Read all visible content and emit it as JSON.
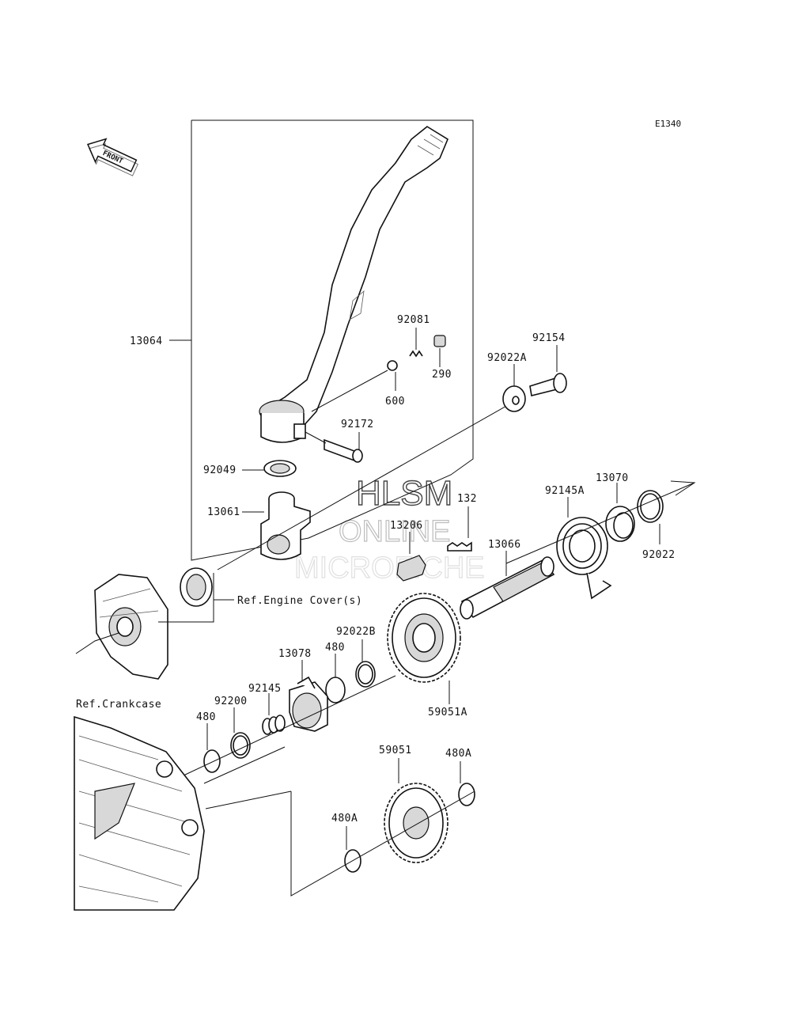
{
  "diagram_code": "E1340",
  "front_label": "FRONT",
  "watermark": {
    "line1": "HLSM",
    "line2": "ONLINE",
    "line3": "MICROFICHE"
  },
  "refs": {
    "engine_cover": "Ref.Engine Cover(s)",
    "crankcase": "Ref.Crankcase"
  },
  "parts": {
    "p13064": "13064",
    "p92081": "92081",
    "p290": "290",
    "p600": "600",
    "p92154": "92154",
    "p92022A": "92022A",
    "p92172": "92172",
    "p92049": "92049",
    "p13061": "13061",
    "p132": "132",
    "p13206": "13206",
    "p92145A": "92145A",
    "p13070": "13070",
    "p92022": "92022",
    "p13066": "13066",
    "p92022B": "92022B",
    "p480_top": "480",
    "p13078": "13078",
    "p92145": "92145",
    "p92200": "92200",
    "p480_left": "480",
    "p59051A": "59051A",
    "p59051": "59051",
    "p480A_right": "480A",
    "p480A_left": "480A"
  }
}
